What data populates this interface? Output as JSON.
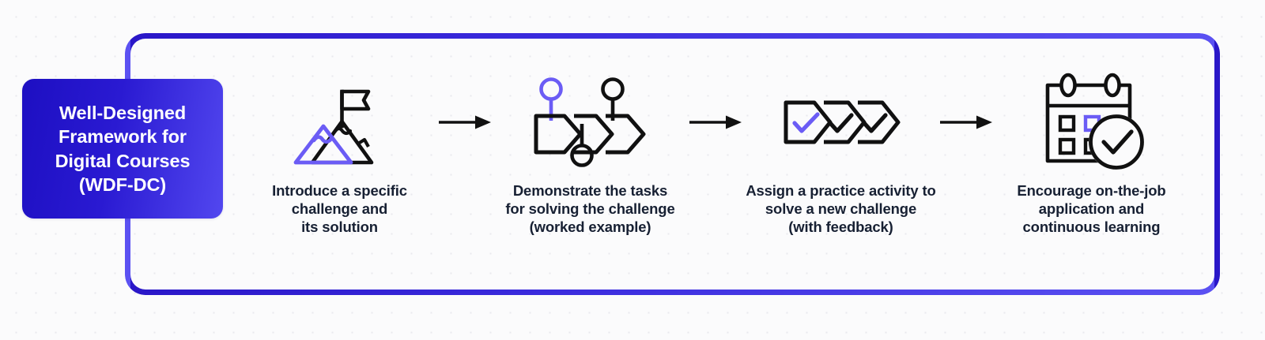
{
  "theme": {
    "background": "#fbfbfc",
    "dot_grid_color": "#e9e9ee",
    "frame_border_gradient_start": "#2a17c8",
    "frame_border_gradient_end": "#5b51f2",
    "label_gradient_start": "#1d0fc2",
    "label_gradient_end": "#5247ef",
    "accent_purple": "#6b5cf5",
    "icon_black": "#111111",
    "caption_color": "#172033"
  },
  "label_card": {
    "title": "Well-Designed\nFramework for\nDigital Courses\n(WDF-DC)"
  },
  "steps": [
    {
      "index": 1,
      "icon": "mountain-flag-icon",
      "caption": "Introduce a specific\nchallenge and\nits solution"
    },
    {
      "index": 2,
      "icon": "chevron-pins-icon",
      "caption": "Demonstrate the tasks\nfor solving the challenge\n(worked example)"
    },
    {
      "index": 3,
      "icon": "chevron-checks-icon",
      "caption": "Assign a practice activity to\nsolve a new challenge\n(with feedback)"
    },
    {
      "index": 4,
      "icon": "calendar-check-icon",
      "caption": "Encourage on-the-job\napplication and\ncontinuous learning"
    }
  ],
  "connectors": [
    {
      "icon": "arrow-right-icon"
    },
    {
      "icon": "arrow-right-icon"
    },
    {
      "icon": "arrow-right-icon"
    }
  ]
}
